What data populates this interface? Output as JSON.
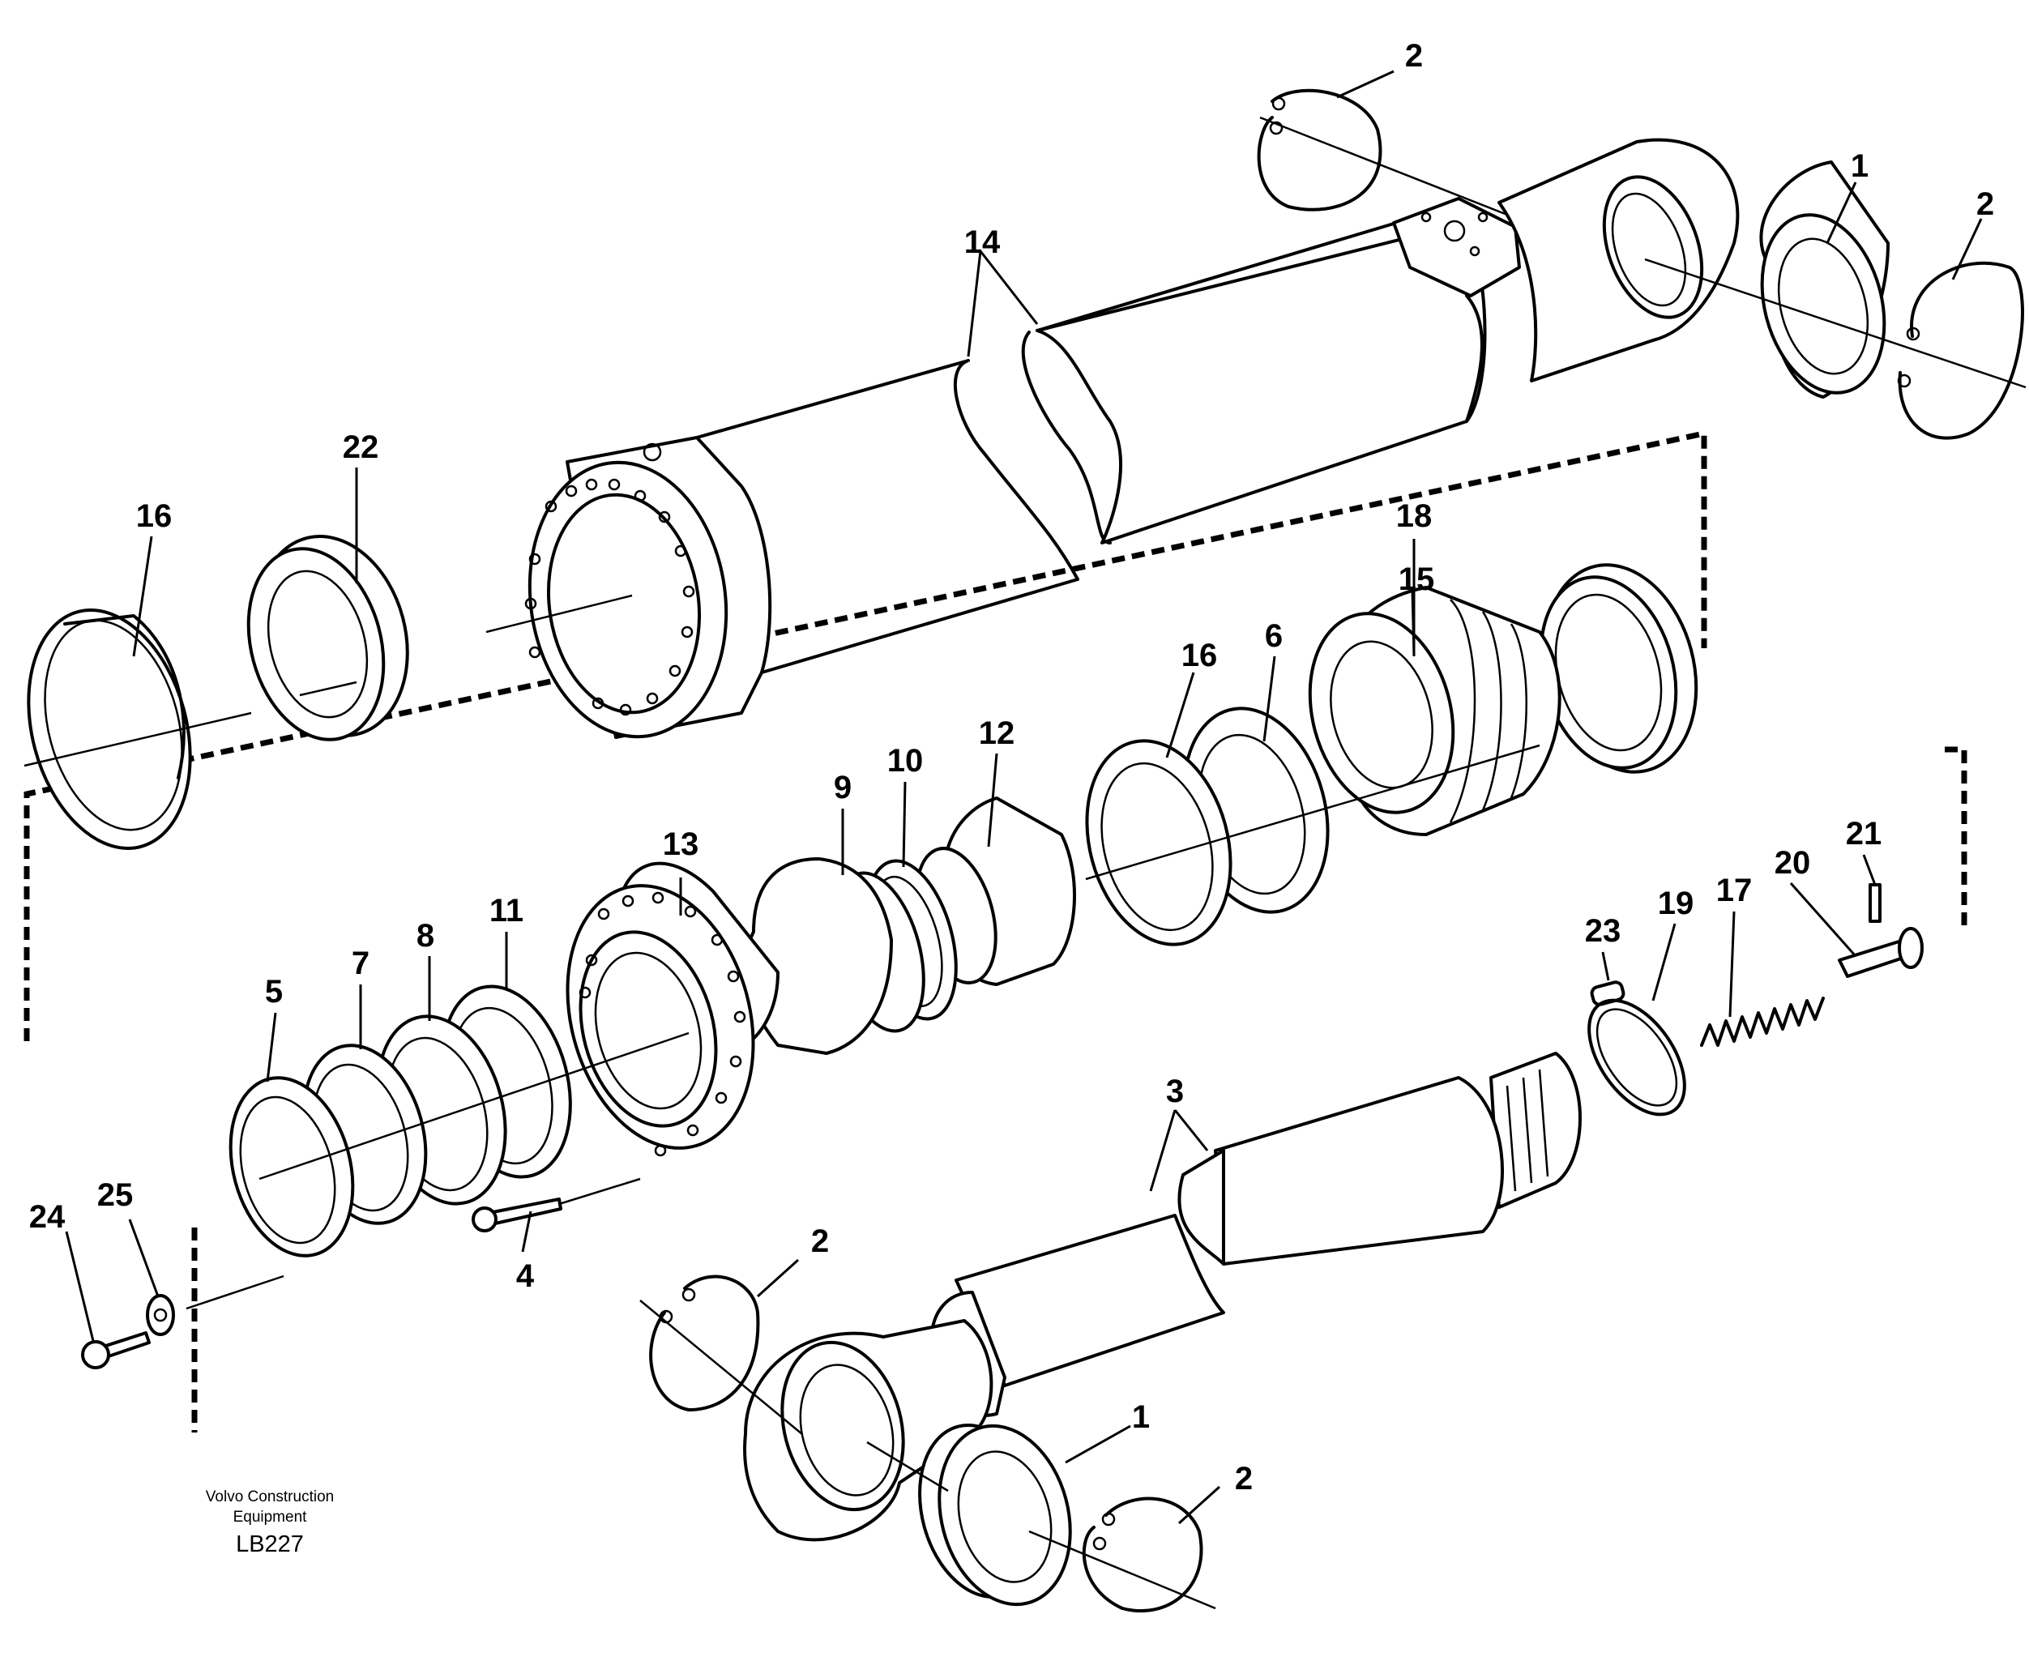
{
  "diagram": {
    "part_labels": [
      "1",
      "2",
      "3",
      "4",
      "5",
      "6",
      "7",
      "8",
      "9",
      "10",
      "11",
      "12",
      "13",
      "14",
      "15",
      "16",
      "17",
      "18",
      "19",
      "20",
      "21",
      "22",
      "23",
      "24",
      "25"
    ],
    "footer": {
      "company_line1": "Volvo Construction",
      "company_line2": "Equipment",
      "drawing_code": "LB227"
    }
  }
}
